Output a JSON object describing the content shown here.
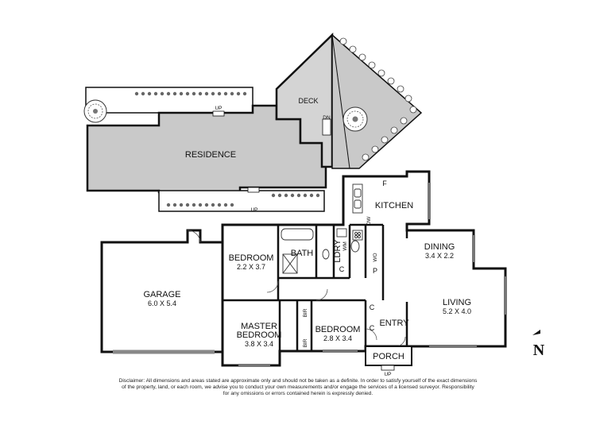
{
  "colors": {
    "wall": "#111111",
    "outdoor_fill": "#c9c9c9",
    "deck_fill": "#d4d4d4",
    "interior_fill": "#ffffff"
  },
  "outdoor": {
    "deck_label": "DECK",
    "residence_label": "RESIDENCE",
    "up_label": "UP",
    "dn_label": "DN"
  },
  "rooms": {
    "garage": {
      "name": "GARAGE",
      "size": "6.0 X 5.4"
    },
    "bedroom_left": {
      "name": "BEDROOM",
      "size": "2.2 X 3.7"
    },
    "bath": {
      "name": "BATH"
    },
    "ldry": {
      "name": "LDRY"
    },
    "kitchen": {
      "name": "KITCHEN"
    },
    "dining": {
      "name": "DINING",
      "size": "3.4 X 2.2"
    },
    "living": {
      "name": "LIVING",
      "size": "5.2 X 4.0"
    },
    "master": {
      "line1": "MASTER",
      "line2": "BEDROOM",
      "size": "3.8 X 3.4"
    },
    "bedroom_mid": {
      "name": "BEDROOM",
      "size": "2.8 X 3.4"
    },
    "entry": {
      "name": "ENTRY"
    },
    "porch": {
      "name": "PORCH"
    }
  },
  "fixtures": {
    "bir": "BIR",
    "cupboard": "C",
    "wm": "WM",
    "wo": "WO",
    "pantry": "P",
    "fridge": "F",
    "dishwasher": "DW",
    "porch_up": "UP"
  },
  "compass": {
    "letter": "N",
    "icon": "north-arrow-icon"
  },
  "disclaimer": {
    "line1": "Disclaimer: All dimensions and areas stated are approximate only and should not be taken as a definite. In order to satisfy yourself of the exact dimensions",
    "line2": "of the property, land, or each room, we advise you to conduct your own measurements and/or engage the services of a licensed surveyor. Responsibility",
    "line3": "for any omissions or errors contained herein is expressly denied."
  }
}
